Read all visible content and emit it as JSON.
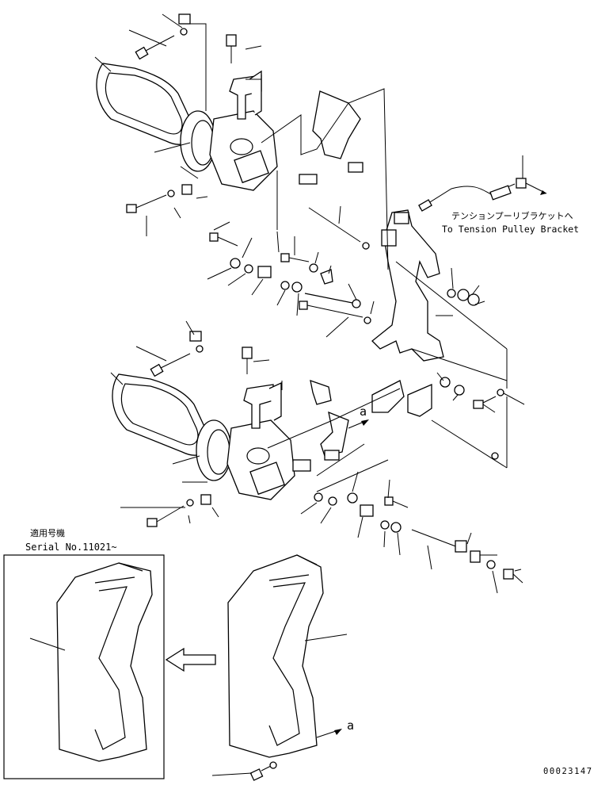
{
  "labels": {
    "tension_jp": "テンションプーリブラケットへ",
    "tension_en": "To Tension Pulley Bracket",
    "serial_jp": "適用号機",
    "serial_en": "Serial No.11021~",
    "view_a1": "a",
    "view_a2": "a",
    "drawing_no": "00023147"
  }
}
